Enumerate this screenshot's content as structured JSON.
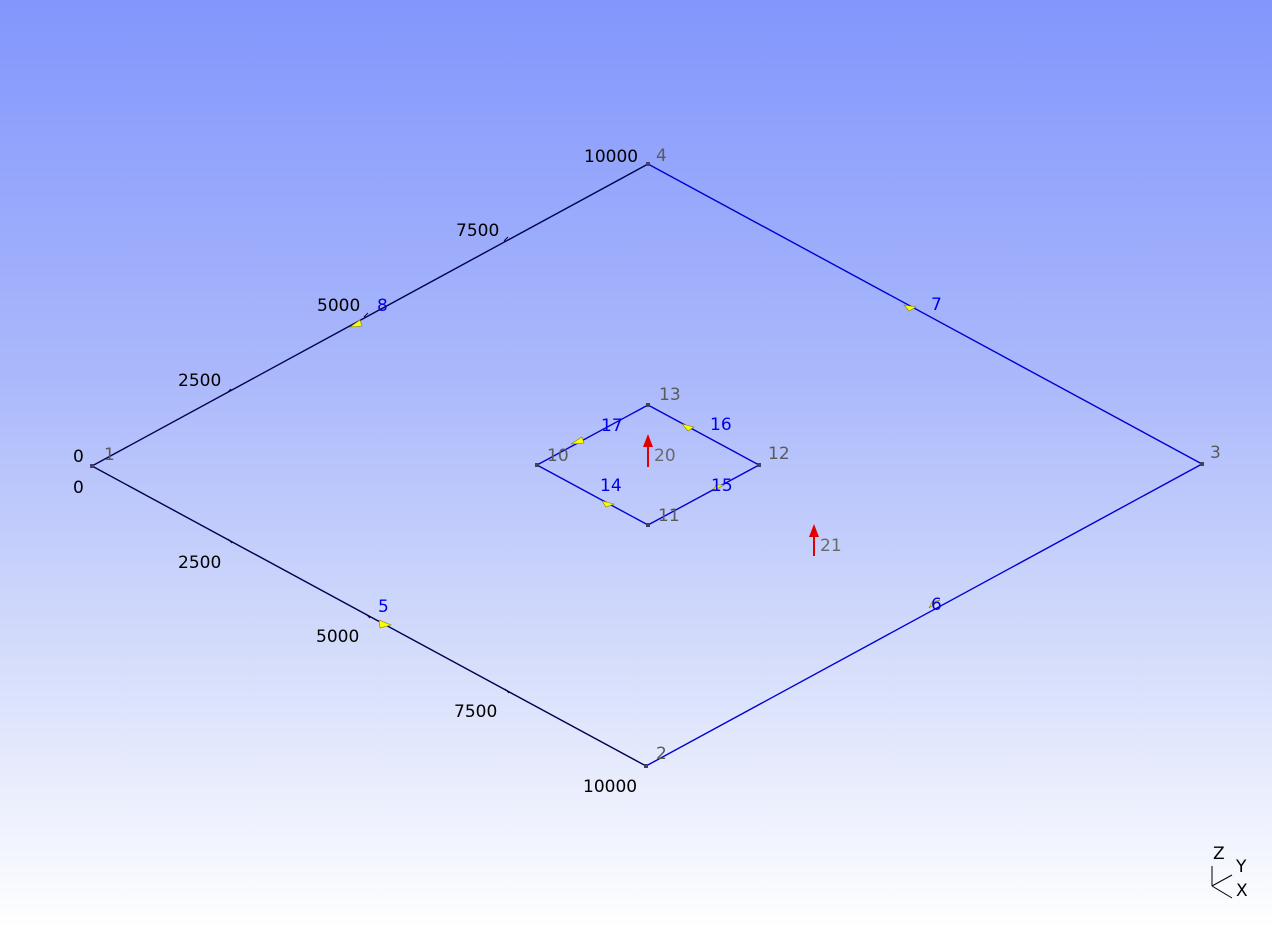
{
  "colors": {
    "background_top": "#8296fc",
    "background_bottom": "#ffffff",
    "curve": "#0000d0",
    "ruler": "#000040",
    "direction_arrow": "#ffff00",
    "vector": "#e00000",
    "point_label": "#5a5a5a",
    "curve_label": "#0000e6"
  },
  "ruler_labels": {
    "y_axis": [
      "0",
      "2500",
      "5000",
      "7500",
      "10000"
    ],
    "x_axis": [
      "0",
      "2500",
      "5000",
      "7500",
      "10000"
    ]
  },
  "points": [
    {
      "id": "1",
      "label": "1"
    },
    {
      "id": "2",
      "label": "2"
    },
    {
      "id": "3",
      "label": "3"
    },
    {
      "id": "4",
      "label": "4"
    },
    {
      "id": "10",
      "label": "10"
    },
    {
      "id": "11",
      "label": "11"
    },
    {
      "id": "12",
      "label": "12"
    },
    {
      "id": "13",
      "label": "13"
    }
  ],
  "curves": [
    {
      "id": "5",
      "label": "5"
    },
    {
      "id": "6",
      "label": "6"
    },
    {
      "id": "7",
      "label": "7"
    },
    {
      "id": "8",
      "label": "8"
    },
    {
      "id": "14",
      "label": "14"
    },
    {
      "id": "15",
      "label": "15"
    },
    {
      "id": "16",
      "label": "16"
    },
    {
      "id": "17",
      "label": "17"
    }
  ],
  "vectors": [
    {
      "id": "20",
      "label": "20"
    },
    {
      "id": "21",
      "label": "21"
    }
  ],
  "axes_triad": {
    "z": "Z",
    "y": "Y",
    "x": "X"
  }
}
